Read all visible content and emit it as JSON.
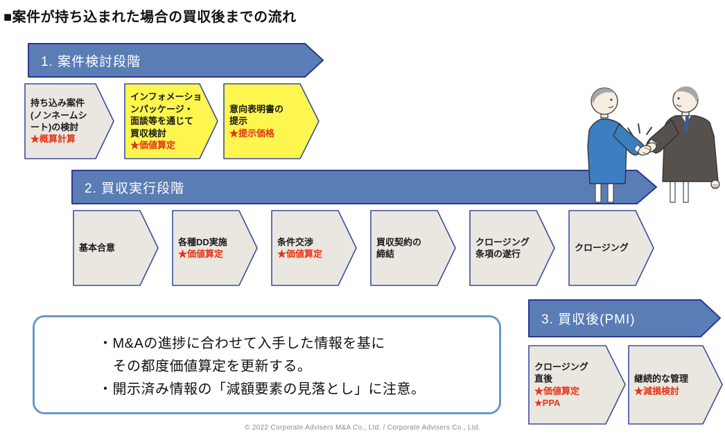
{
  "page": {
    "title": "■案件が持ち込まれた場合の買収後までの流れ",
    "footer": "© 2022 Corporate Advisers M&A Co., Ltd. / Corporate Advisers Co., Ltd."
  },
  "colors": {
    "banner_fill": "#5A7DB5",
    "banner_border": "#2C3792",
    "box_border": "#3C4CA0",
    "box_gray": "#EAE7E1",
    "box_yellow": "#FDF64F",
    "star_red": "#E53517",
    "note_border": "#6C96CB",
    "suit_blue": "#3D7EC2",
    "suit_gray": "#57514D",
    "skin": "#F7EEE2",
    "hair": "#A8A6A4"
  },
  "stages": [
    {
      "label": "1. 案件検討段階",
      "boxes": [
        {
          "text": "持ち込み案件\n(ノンネームシ\nート)の検討",
          "star": "★概算計算"
        },
        {
          "text": "インフォメーショ\nンパッケージ・\n面談等を通じて\n買収検討",
          "star": "★価値算定"
        },
        {
          "text": "意向表明書の\n提示",
          "star": "★提示価格"
        }
      ]
    },
    {
      "label": "2. 買収実行段階",
      "boxes": [
        {
          "text": "基本合意",
          "star": ""
        },
        {
          "text": "各種DD実施",
          "star": "★価値算定"
        },
        {
          "text": "条件交渉",
          "star": "★価値算定"
        },
        {
          "text": "買収契約の\n締結",
          "star": ""
        },
        {
          "text": "クロージング\n条項の遂行",
          "star": ""
        },
        {
          "text": "クロージング",
          "star": ""
        }
      ]
    },
    {
      "label": "3. 買収後(PMI)",
      "boxes": [
        {
          "text": "クロージング\n直後",
          "star": "★価値算定\n★PPA"
        },
        {
          "text": "継続的な管理",
          "star": "★減損検討"
        }
      ]
    }
  ],
  "note": {
    "text": "・M&Aの進捗に合わせて入手した情報を基に\n　その都度価値算定を更新する。\n・開示済み情報の「減額要素の見落とし」に注意。"
  },
  "illustration": {
    "label": "businessmen-handshake"
  }
}
